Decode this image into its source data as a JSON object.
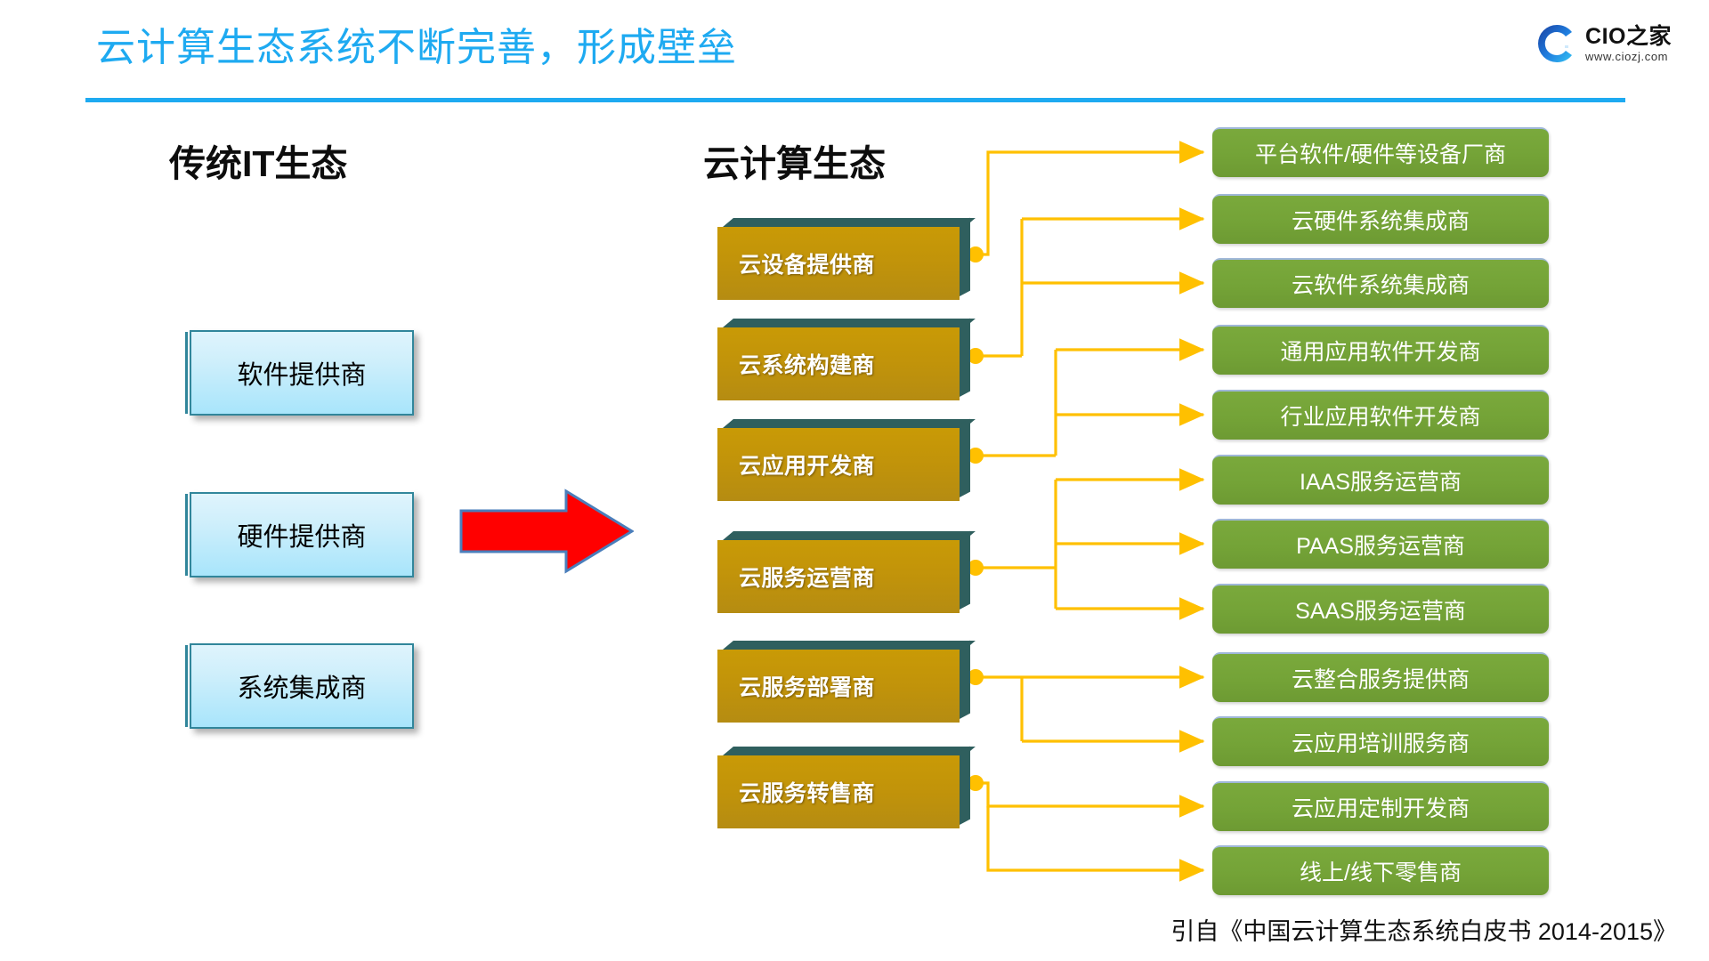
{
  "header": {
    "title": "云计算生态系统不断完善，形成壁垒",
    "accent_color": "#1eaaf1",
    "logo": {
      "name": "CIO之家",
      "url": "www.ciozj.com",
      "mark_icon": "cio-circle-logo-icon"
    }
  },
  "columns": {
    "left_heading": "传统IT生态",
    "middle_heading": "云计算生态"
  },
  "legacy_boxes": [
    {
      "label": "软件提供商"
    },
    {
      "label": "硬件提供商"
    },
    {
      "label": "系统集成商"
    }
  ],
  "transition_arrow": {
    "icon": "right-arrow-icon",
    "fill_color": "#FF0000",
    "stroke_color": "#4A7EBB"
  },
  "cloud_roles": [
    {
      "label": "云设备提供商"
    },
    {
      "label": "云系统构建商"
    },
    {
      "label": "云应用开发商"
    },
    {
      "label": "云服务运营商"
    },
    {
      "label": "云服务部署商"
    },
    {
      "label": "云服务转售商"
    }
  ],
  "cloud_players": [
    {
      "label": "平台软件/硬件等设备厂商"
    },
    {
      "label": "云硬件系统集成商"
    },
    {
      "label": "云软件系统集成商"
    },
    {
      "label": "通用应用软件开发商"
    },
    {
      "label": "行业应用软件开发商"
    },
    {
      "label": "IAAS服务运营商"
    },
    {
      "label": "PAAS服务运营商"
    },
    {
      "label": "SAAS服务运营商"
    },
    {
      "label": "云整合服务提供商"
    },
    {
      "label": "云应用培训服务商"
    },
    {
      "label": "云应用定制开发商"
    },
    {
      "label": "线上/线下零售商"
    }
  ],
  "mapping": [
    {
      "role": "云设备提供商",
      "players": [
        "平台软件/硬件等设备厂商"
      ]
    },
    {
      "role": "云系统构建商",
      "players": [
        "云硬件系统集成商",
        "云软件系统集成商"
      ]
    },
    {
      "role": "云应用开发商",
      "players": [
        "通用应用软件开发商",
        "行业应用软件开发商"
      ]
    },
    {
      "role": "云服务运营商",
      "players": [
        "IAAS服务运营商",
        "PAAS服务运营商",
        "SAAS服务运营商"
      ]
    },
    {
      "role": "云服务部署商",
      "players": [
        "云整合服务提供商",
        "云应用培训服务商"
      ]
    },
    {
      "role": "云服务转售商",
      "players": [
        "云应用定制开发商",
        "线上/线下零售商"
      ]
    }
  ],
  "connector_color": "#FFC000",
  "footer": {
    "source": "引自《中国云计算生态系统白皮书 2014-2015》"
  }
}
